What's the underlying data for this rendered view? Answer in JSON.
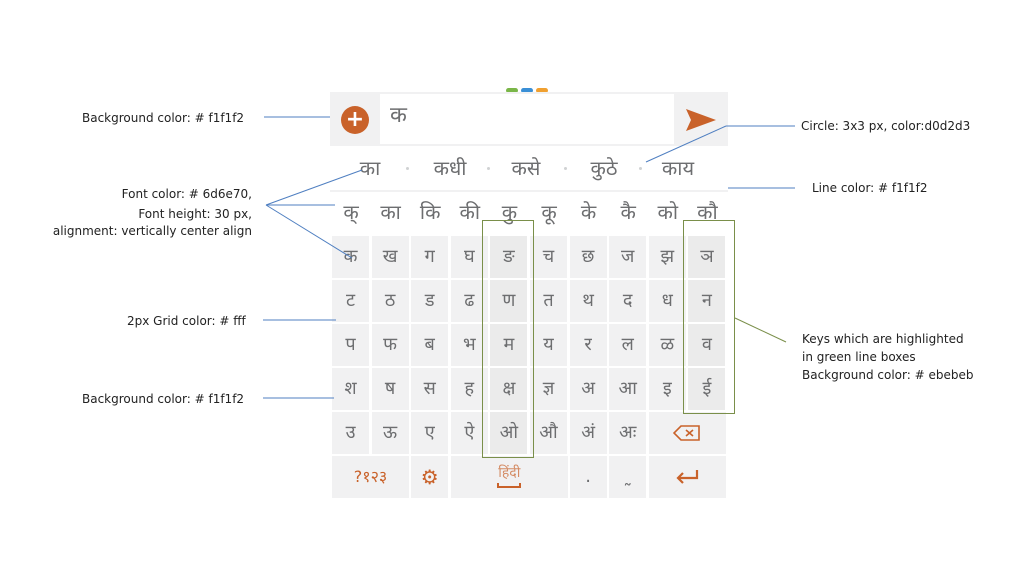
{
  "colors": {
    "panel_bg": "#f1f1f2",
    "key_bg": "#f1f1f2",
    "key_highlight_bg": "#ebebeb",
    "font": "#6d6e70",
    "accent": "#c9622a",
    "grid": "#ffffff",
    "circle": "#d0d2d3",
    "annotation_line": "#4f7fc1",
    "highlight_box": "#7a8f4a",
    "dot_green": "#7ab648",
    "dot_blue": "#3a8fd6",
    "dot_orange": "#f0a030"
  },
  "input": {
    "text": "क"
  },
  "icons": {
    "plus": "plus-circle-icon",
    "send": "send-icon",
    "backspace": "backspace-icon",
    "settings": "gear-icon",
    "enter": "enter-icon"
  },
  "suggestions": [
    "का",
    "कधी",
    "कसे",
    "कुठे",
    "काय"
  ],
  "combinations": [
    "क्",
    "का",
    "कि",
    "की",
    "कु",
    "कू",
    "के",
    "कै",
    "को",
    "कौ"
  ],
  "rows": [
    [
      "क",
      "ख",
      "ग",
      "घ",
      "ङ",
      "च",
      "छ",
      "ज",
      "झ",
      "ञ"
    ],
    [
      "ट",
      "ठ",
      "ड",
      "ढ",
      "ण",
      "त",
      "थ",
      "द",
      "ध",
      "न"
    ],
    [
      "प",
      "फ",
      "ब",
      "भ",
      "म",
      "य",
      "र",
      "ल",
      "ळ",
      "व"
    ],
    [
      "श",
      "ष",
      "स",
      "ह",
      "क्ष",
      "ज्ञ",
      "अ",
      "आ",
      "इ",
      "ई"
    ],
    [
      "उ",
      "ऊ",
      "ए",
      "ऐ",
      "ओ",
      "औ",
      "अं",
      "अः"
    ]
  ],
  "bottom_row": {
    "symbols_label": "?१२३",
    "space_label": "हिंदी",
    "period": ".",
    "comma_glyph": "˷"
  },
  "annotations": {
    "bg_top": "Background color: # f1f1f2",
    "font_1": "Font color: # 6d6e70,",
    "font_2": "Font height: 30 px,",
    "font_3": "alignment: vertically center align",
    "grid": "2px Grid color: # fff",
    "bg_bottom": "Background color: # f1f1f2",
    "circle": "Circle: 3x3 px, color:d0d2d3",
    "line": "Line color: # f1f1f2",
    "hl_1": "Keys which are highlighted",
    "hl_2": "in green line boxes",
    "hl_3": "Background color: # ebebeb"
  }
}
